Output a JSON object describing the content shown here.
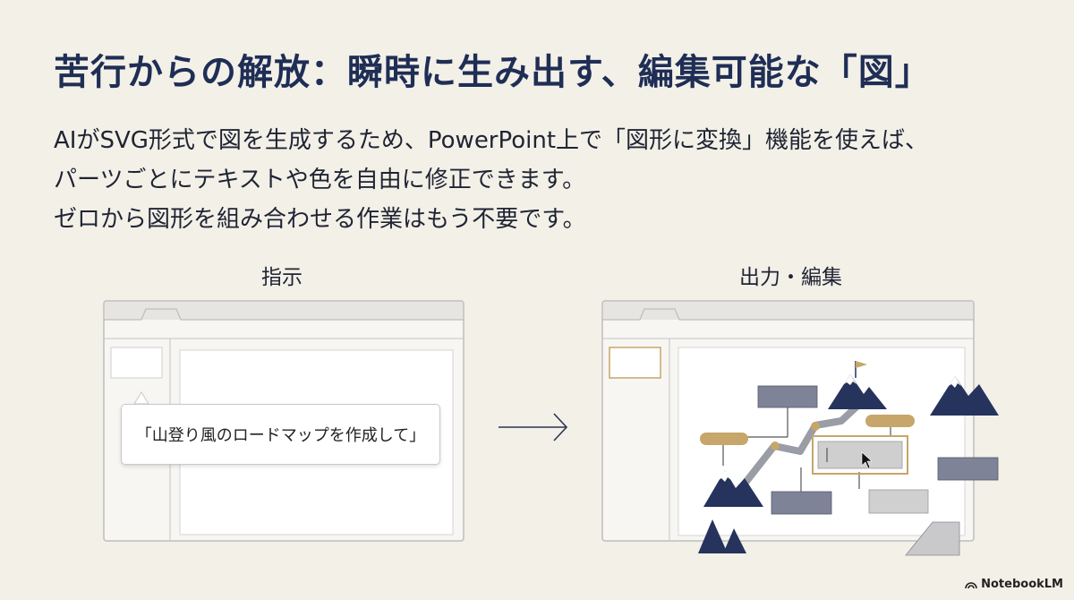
{
  "title": "苦行からの解放：瞬時に生み出す、編集可能な「図」",
  "body": [
    "AIがSVG形式で図を生成するため、PowerPoint上で「図形に変換」機能を使えば、",
    "パーツごとにテキストや色を自由に修正できます。",
    "ゼロから図形を組み合わせる作業はもう不要です。"
  ],
  "panels": {
    "left_label": "指示",
    "right_label": "出力・編集"
  },
  "prompt_bubble": "「山登り風のロードマップを作成して」",
  "brand": "NotebookLM",
  "colors": {
    "navy": "#26335c",
    "gold": "#c6a66a",
    "slate": "#7e8397",
    "light_gray": "#cfcfcf"
  },
  "icons": [
    "arrow-right-icon",
    "mountain-icon",
    "flag-icon",
    "cursor-arrow-icon",
    "notebooklm-logo-icon"
  ]
}
